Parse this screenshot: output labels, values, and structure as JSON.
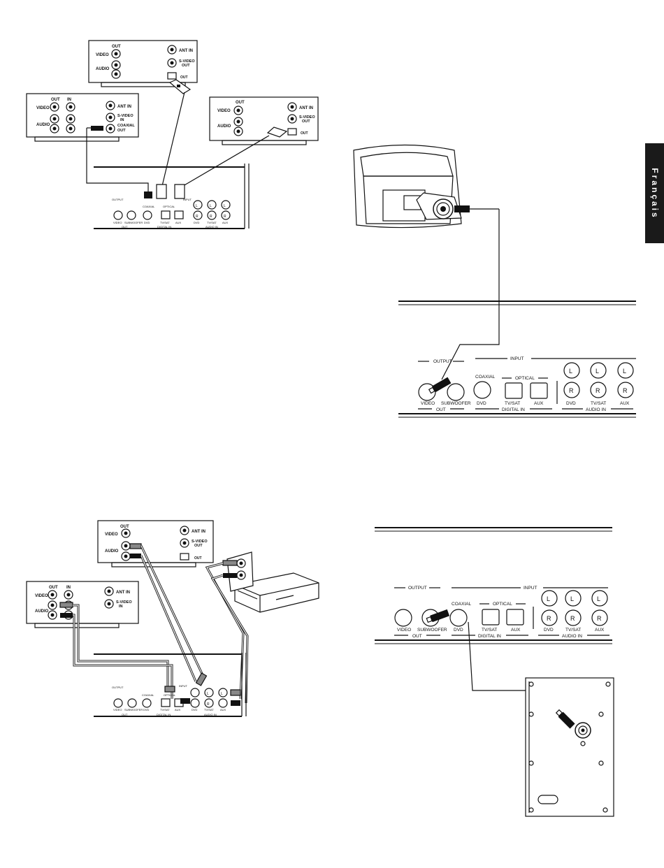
{
  "sidebar_tab": {
    "label": "Français"
  },
  "labels": {
    "out": "OUT",
    "in": "IN",
    "video": "VIDEO",
    "audio": "AUDIO",
    "ant_in": "ANT IN",
    "s_video_out_1": "S-VIDEO",
    "s_video_out_2": "OUT",
    "s_video_in_1": "S-VIDEO",
    "s_video_in_2": "IN",
    "coaxial_out_1": "COAXIAL",
    "coaxial_out_2": "OUT",
    "l": "L",
    "r": "R"
  },
  "receiver_panel": {
    "output": "OUTPUT",
    "input": "INPUT",
    "coaxial": "COAXIAL",
    "optical": "OPTICAL",
    "video": "VIDEO",
    "subwoofer": "SUBWOOFER",
    "dvd": "DVD",
    "tv_sat": "TV/SAT",
    "aux": "AUX",
    "out": "OUT",
    "digital_in": "DIGITAL IN",
    "audio_in": "AUDIO IN",
    "l": "L",
    "r": "R"
  }
}
